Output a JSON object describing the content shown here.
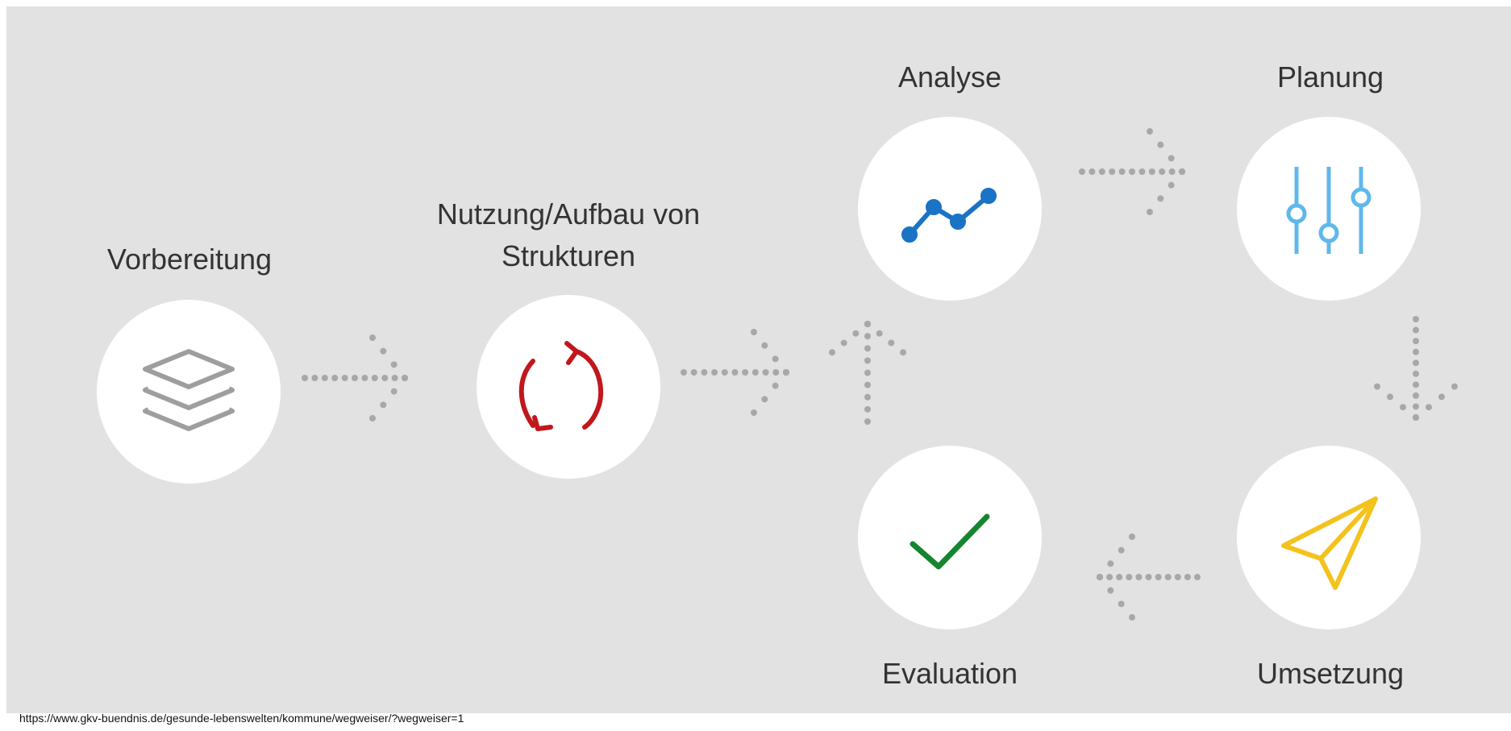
{
  "steps": {
    "vorbereitung": {
      "label": "Vorbereitung",
      "icon": "layers-icon",
      "color": "#9e9e9e"
    },
    "strukturen": {
      "label_line1": "Nutzung/Aufbau von",
      "label_line2": "Strukturen",
      "icon": "refresh-icon",
      "color": "#c0181d"
    },
    "analyse": {
      "label": "Analyse",
      "icon": "line-chart-icon",
      "color": "#1a73c4"
    },
    "planung": {
      "label": "Planung",
      "icon": "sliders-icon",
      "color": "#5fb8ea"
    },
    "umsetzung": {
      "label": "Umsetzung",
      "icon": "paper-plane-icon",
      "color": "#f4c21c"
    },
    "evaluation": {
      "label": "Evaluation",
      "icon": "checkmark-icon",
      "color": "#15852f"
    }
  },
  "arrow_color": "#a8a8a8",
  "source_url": "https://www.gkv-buendnis.de/gesunde-lebenswelten/kommune/wegweiser/?wegweiser=1"
}
